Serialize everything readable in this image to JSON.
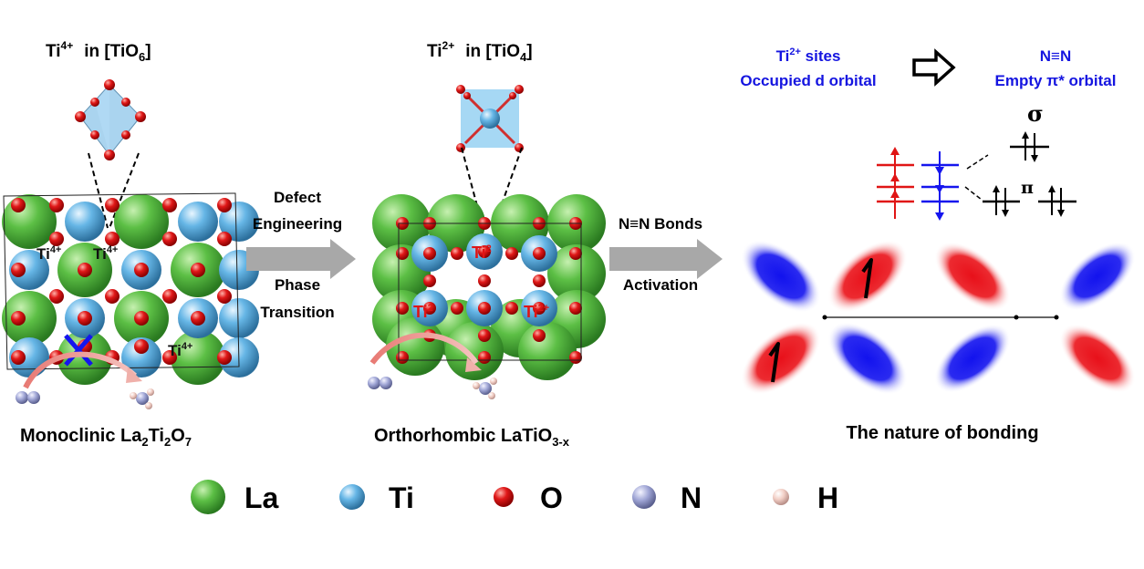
{
  "panel1": {
    "title_ion": "Ti",
    "title_ion_charge": "4+",
    "title_site_pre": "in [TiO",
    "title_site_sub": "6",
    "title_site_post": "]",
    "atom_labels": [
      "Ti",
      "Ti",
      "Ti"
    ],
    "atom_label_charge": "4+",
    "caption_pre": "Monoclinic La",
    "caption_sub1": "2",
    "caption_mid1": "Ti",
    "caption_sub2": "2",
    "caption_mid2": "O",
    "caption_sub3": "7"
  },
  "arrow1": {
    "line1": "Defect",
    "line2": "Engineering",
    "line3": "Phase",
    "line4": "Transition"
  },
  "panel2": {
    "title_ion": "Ti",
    "title_ion_charge": "2+",
    "title_site_pre": "in [TiO",
    "title_site_sub": "4",
    "title_site_post": "]",
    "atom_label_top": "Ti",
    "atom_label_top_charge": "2",
    "atom_label_left": "Ti",
    "atom_label_left_charge": "2",
    "atom_label_right": "Ti",
    "atom_label_right_charge": "2+",
    "caption_pre": "Orthorhombic LaTiO",
    "caption_sub": "3-x"
  },
  "arrow2": {
    "line1": "N≡N Bonds",
    "line2": "Activation"
  },
  "panel3": {
    "left_line1_ion": "Ti",
    "left_line1_charge": "2+",
    "left_line1_rest": " sites",
    "left_line2": "Occupied d orbital",
    "right_line1": "N≡N",
    "right_line2": "Empty π* orbital",
    "sigma": "σ",
    "pi": "π",
    "caption": "The nature of bonding"
  },
  "legend": [
    {
      "symbol": "La",
      "color": "#4caf3a"
    },
    {
      "symbol": "Ti",
      "color": "#5aaee0"
    },
    {
      "symbol": "O",
      "color": "#e01010"
    },
    {
      "symbol": "N",
      "color": "#9aa0d0"
    },
    {
      "symbol": "H",
      "color": "#f0c8c0"
    }
  ],
  "colors": {
    "title_blue": "#1515e0",
    "label_red": "#e01515",
    "lobe_red": "#e8101a",
    "lobe_blue": "#1a1aee",
    "arrow_gray": "#a8a8a8"
  }
}
